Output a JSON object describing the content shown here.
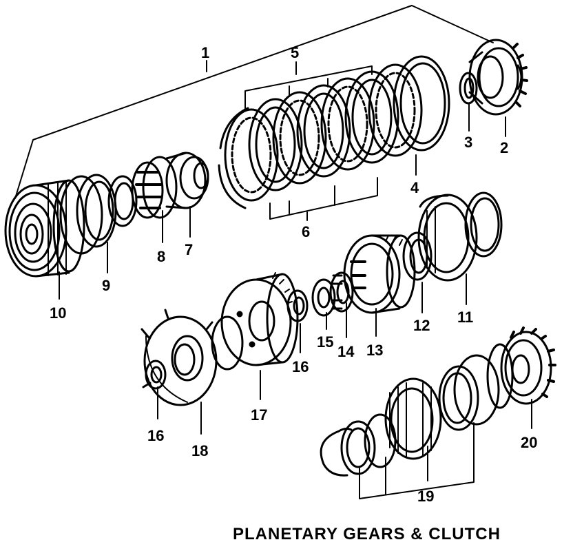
{
  "title": "PLANETARY GEARS & CLUTCH",
  "callouts": {
    "c1": "1",
    "c2": "2",
    "c3": "3",
    "c4": "4",
    "c5": "5",
    "c6": "6",
    "c7": "7",
    "c8": "8",
    "c9": "9",
    "c10": "10",
    "c11": "11",
    "c12": "12",
    "c13": "13",
    "c14": "14",
    "c15": "15",
    "c16a": "16",
    "c16b": "16",
    "c17": "17",
    "c18": "18",
    "c19": "19",
    "c20": "20"
  }
}
